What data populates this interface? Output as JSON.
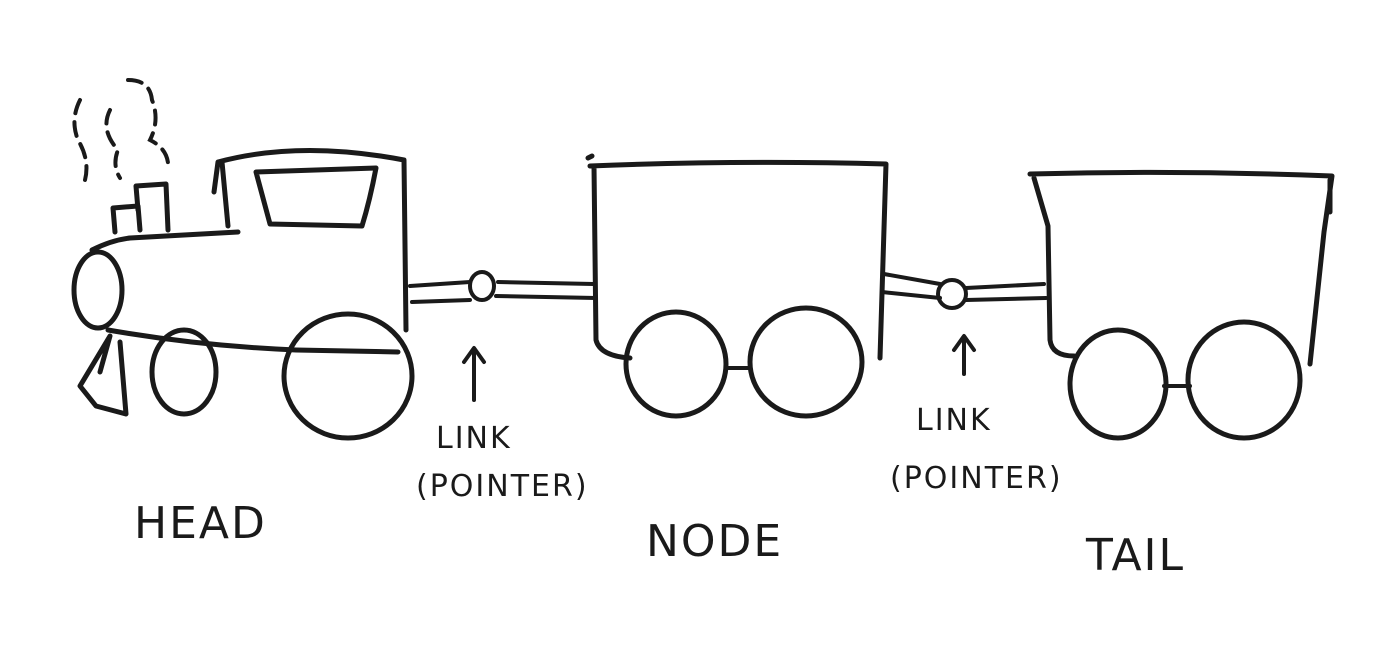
{
  "labels": {
    "head": "HEAD",
    "link1_line1": "LINK",
    "link1_line2": "(POINTER)",
    "node": "NODE",
    "link2_line1": "LINK",
    "link2_line2": "(POINTER)",
    "tail": "TAIL"
  },
  "colors": {
    "ink": "#1a1a1a",
    "paper": "#ffffff"
  }
}
